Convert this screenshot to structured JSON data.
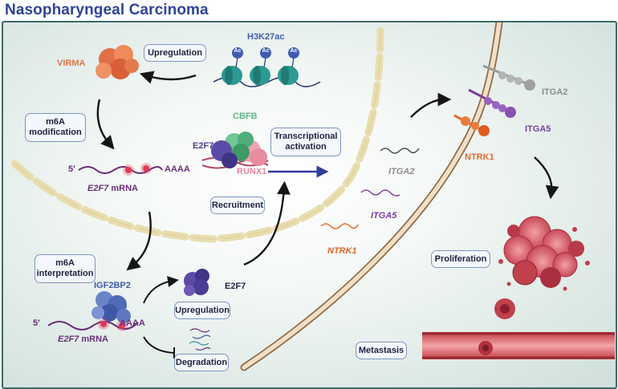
{
  "title": "Nasopharyngeal Carcinoma",
  "boxes": {
    "upregulation_top": "Upregulation",
    "m6a_modification": "m6A modification",
    "transcriptional_activation": "Transcriptional activation",
    "recruitment": "Recruitment",
    "m6a_interpretation": "m6A interpretation",
    "upregulation_bottom": "Upregulation",
    "degradation": "Degradation",
    "proliferation": "Proliferation",
    "metastasis": "Metastasis"
  },
  "labels": {
    "h3k27ac": "H3K27ac",
    "ac": "Ac",
    "virma": "VIRMA",
    "cbfb": "CBFB",
    "e2f7_complex": "E2F7",
    "runx1": "RUNX1",
    "five_prime_top": "5'",
    "aaaa_top": "AAAA",
    "mrna_top_gene": "E2F7",
    "mrna_top_suffix": "mRNA",
    "igf2bp2": "IGF2BP2",
    "five_prime_bottom": "5'",
    "aaaa_bottom": "AAAA",
    "mrna_bottom_gene": "E2F7",
    "mrna_bottom_suffix": "mRNA",
    "e2f7_protein": "E2F7",
    "itga2_mrna": "ITGA2",
    "itga5_mrna": "ITGA5",
    "ntrk1_mrna": "NTRK1",
    "itga2_receptor": "ITGA2",
    "itga5_receptor": "ITGA5",
    "ntrk1_receptor": "NTRK1"
  },
  "colors": {
    "title": "#2f4496",
    "virma": "#e5764a",
    "cbfb": "#5db585",
    "e2f7": "#4a3d8f",
    "runx1": "#e5869a",
    "mrna": "#7a3d8a",
    "itga2": "#8c8c8c",
    "itga5": "#7b3fa0",
    "ntrk1": "#e5682a",
    "igf2bp2": "#3f5db0",
    "h3k27ac": "#3f5db0"
  }
}
